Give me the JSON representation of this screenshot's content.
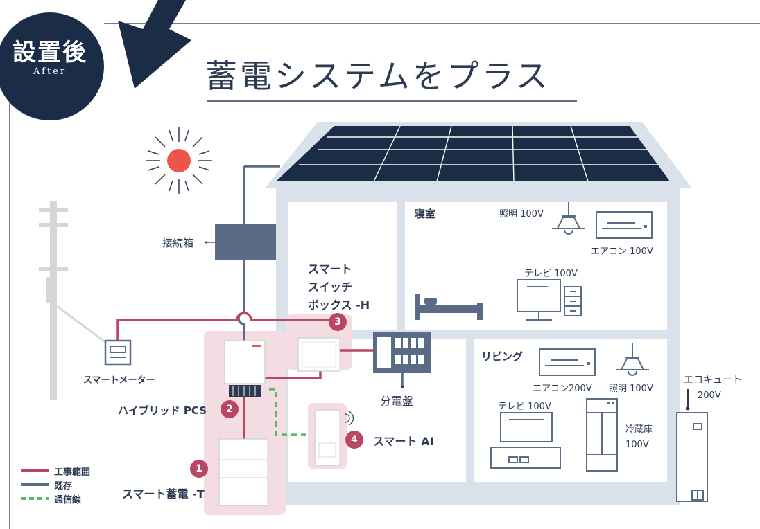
{
  "badge": {
    "title": "設置後",
    "subtitle": "After"
  },
  "title": "蓄電システムをプラス",
  "labels": {
    "junction_box": "接続箱",
    "smart_switch_box": [
      "スマート",
      "スイッチ",
      "ボックス -H"
    ],
    "smart_meter": "スマートメーター",
    "hybrid_pcs": "ハイブリッド PCS",
    "distribution_board": "分電盤",
    "smart_ai": "スマート AI",
    "smart_battery": "スマート蓄電 -T",
    "bedroom": "寝室",
    "bedroom_light": "照明 100V",
    "bedroom_aircon": "エアコン 100V",
    "bedroom_tv": "テレビ 100V",
    "living": "リビング",
    "living_aircon": "エアコン200V",
    "living_light": "照明 100V",
    "living_tv": "テレビ 100V",
    "fridge": [
      "冷蔵庫",
      "100V"
    ],
    "ecocute": [
      "エコキュート",
      "200V"
    ]
  },
  "numbers": [
    "1",
    "2",
    "3",
    "4"
  ],
  "legend": [
    {
      "label": "工事範囲",
      "color": "#b94764",
      "style": "solid"
    },
    {
      "label": "既存",
      "color": "#5a6b86",
      "style": "solid"
    },
    {
      "label": "通信線",
      "color": "#5cb86b",
      "style": "dashed"
    }
  ],
  "colors": {
    "navy": "#1a2c46",
    "construction": "#b94764",
    "existing": "#5a6b86",
    "communication": "#5cb86b",
    "highlight": "#f4dde2",
    "sun": "#ef5448",
    "house": "#d9e1ea",
    "room": "#ffffff"
  }
}
